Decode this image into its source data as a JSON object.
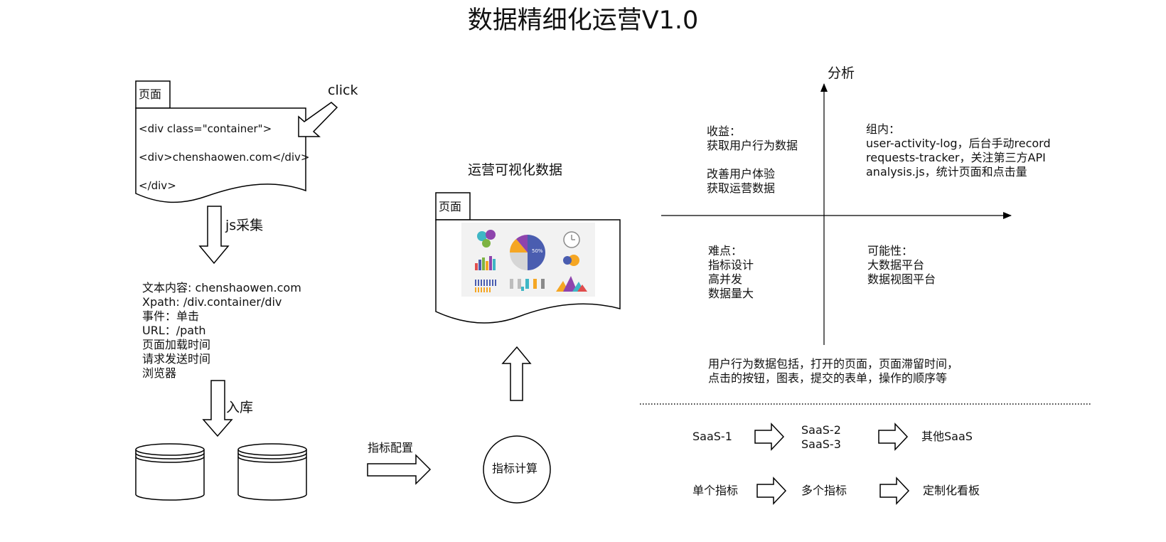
{
  "title": "数据精细化运营V1.0",
  "page_doc": {
    "tab": "页面",
    "lines": [
      "<div class=\"container\">",
      "<div>chenshaowen.com</div>",
      "</div>"
    ]
  },
  "click_label": "click",
  "js_label": "js采集",
  "collected": [
    "文本内容: chenshaowen.com",
    "Xpath: /div.container/div",
    "事件：单击",
    "URL：/path",
    "页面加载时间",
    "请求发送时间",
    "浏览器"
  ],
  "store_label": "入库",
  "metric_config_label": "指标配置",
  "metric_calc_label": "指标计算",
  "visual_title": "运营可视化数据",
  "visual_doc_tab": "页面",
  "pie_percent": "50%",
  "quadrant": {
    "axis_label": "分析",
    "top_left": {
      "heading": "收益：",
      "lines": [
        "获取用户行为数据",
        "",
        "改善用户体验",
        "获取运营数据"
      ]
    },
    "top_right": {
      "heading": "组内：",
      "lines": [
        "user-activity-log，后台手动record",
        "requests-tracker，关注第三方API",
        "analysis.js，统计页面和点击量"
      ]
    },
    "bottom_left": {
      "heading": "难点：",
      "lines": [
        "指标设计",
        "高并发",
        "数据量大"
      ]
    },
    "bottom_right": {
      "heading": "可能性：",
      "lines": [
        "大数据平台",
        "数据视图平台"
      ]
    }
  },
  "user_behavior": [
    "用户行为数据包括，打开的页面，页面滞留时间，",
    "点击的按钮，图表，提交的表单，操作的顺序等"
  ],
  "roadmap": {
    "row1": [
      "SaaS-1",
      "SaaS-2\nSaaS-3",
      "其他SaaS"
    ],
    "row2": [
      "单个指标",
      "多个指标",
      "定制化看板"
    ]
  },
  "colors": {
    "stroke": "#000000",
    "purple": "#6f4fa6",
    "blue": "#4a5db0",
    "orange": "#f5a623",
    "teal": "#3fb6c5",
    "green": "#7cb342",
    "red": "#e04d4d",
    "gray": "#8a8a8a"
  }
}
